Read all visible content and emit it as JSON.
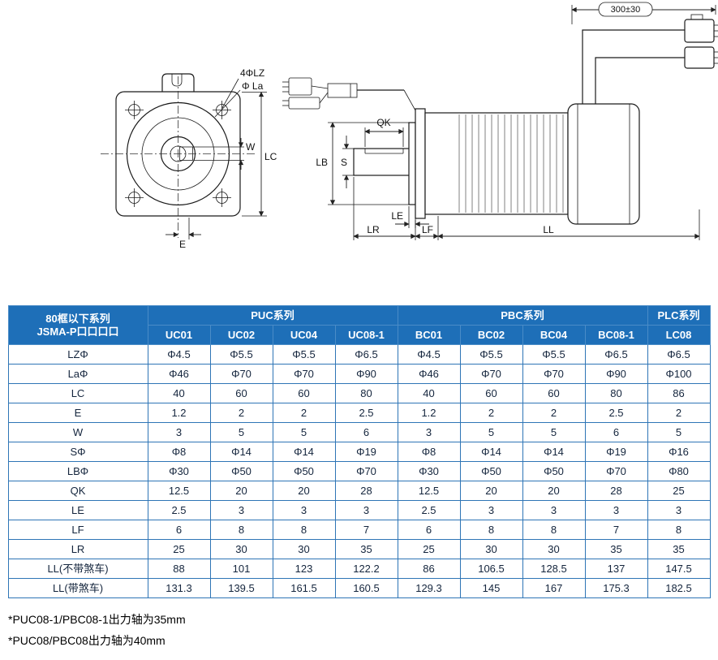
{
  "colors": {
    "header_blue": "#1e6fb8",
    "header_divider": "#4a8cc7",
    "border_blue": "#2e75b6",
    "body_text": "#14253d",
    "line": "#1a1a1a"
  },
  "diagram": {
    "labels": {
      "hole_callout": "4ΦLZ",
      "pilot_callout": "Φ La",
      "w": "W",
      "lc": "LC",
      "e": "E",
      "qk": "QK",
      "lb": "LB",
      "s": "S",
      "le": "LE",
      "lr": "LR",
      "lf": "LF",
      "ll": "LL",
      "cable_length": "300±30"
    }
  },
  "table": {
    "header": {
      "series_col_line1": "80框以下系列",
      "series_col_line2": "JSMA-P口口口口",
      "groups": [
        {
          "label": "PUC系列",
          "span": 4
        },
        {
          "label": "PBC系列",
          "span": 4
        },
        {
          "label": "PLC系列",
          "span": 1
        }
      ],
      "models": [
        "UC01",
        "UC02",
        "UC04",
        "UC08-1",
        "BC01",
        "BC02",
        "BC04",
        "BC08-1",
        "LC08"
      ]
    },
    "rows": [
      {
        "label": "LZΦ",
        "values": [
          "Φ4.5",
          "Φ5.5",
          "Φ5.5",
          "Φ6.5",
          "Φ4.5",
          "Φ5.5",
          "Φ5.5",
          "Φ6.5",
          "Φ6.5"
        ]
      },
      {
        "label": "LaΦ",
        "values": [
          "Φ46",
          "Φ70",
          "Φ70",
          "Φ90",
          "Φ46",
          "Φ70",
          "Φ70",
          "Φ90",
          "Φ100"
        ]
      },
      {
        "label": "LC",
        "values": [
          "40",
          "60",
          "60",
          "80",
          "40",
          "60",
          "60",
          "80",
          "86"
        ]
      },
      {
        "label": "E",
        "values": [
          "1.2",
          "2",
          "2",
          "2.5",
          "1.2",
          "2",
          "2",
          "2.5",
          "2"
        ]
      },
      {
        "label": "W",
        "values": [
          "3",
          "5",
          "5",
          "6",
          "3",
          "5",
          "5",
          "6",
          "5"
        ]
      },
      {
        "label": "SΦ",
        "values": [
          "Φ8",
          "Φ14",
          "Φ14",
          "Φ19",
          "Φ8",
          "Φ14",
          "Φ14",
          "Φ19",
          "Φ16"
        ]
      },
      {
        "label": "LBΦ",
        "values": [
          "Φ30",
          "Φ50",
          "Φ50",
          "Φ70",
          "Φ30",
          "Φ50",
          "Φ50",
          "Φ70",
          "Φ80"
        ]
      },
      {
        "label": "QK",
        "values": [
          "12.5",
          "20",
          "20",
          "28",
          "12.5",
          "20",
          "20",
          "28",
          "25"
        ]
      },
      {
        "label": "LE",
        "values": [
          "2.5",
          "3",
          "3",
          "3",
          "2.5",
          "3",
          "3",
          "3",
          "3"
        ]
      },
      {
        "label": "LF",
        "values": [
          "6",
          "8",
          "8",
          "7",
          "6",
          "8",
          "8",
          "7",
          "8"
        ]
      },
      {
        "label": "LR",
        "values": [
          "25",
          "30",
          "30",
          "35",
          "25",
          "30",
          "30",
          "35",
          "35"
        ]
      },
      {
        "label": "LL(不带煞车)",
        "values": [
          "88",
          "101",
          "123",
          "122.2",
          "86",
          "106.5",
          "128.5",
          "137",
          "147.5"
        ]
      },
      {
        "label": "LL(带煞车)",
        "values": [
          "131.3",
          "139.5",
          "161.5",
          "160.5",
          "129.3",
          "145",
          "167",
          "175.3",
          "182.5"
        ]
      }
    ]
  },
  "footnotes": [
    "*PUC08-1/PBC08-1出力轴为35mm",
    "*PUC08/PBC08出力轴为40mm"
  ]
}
